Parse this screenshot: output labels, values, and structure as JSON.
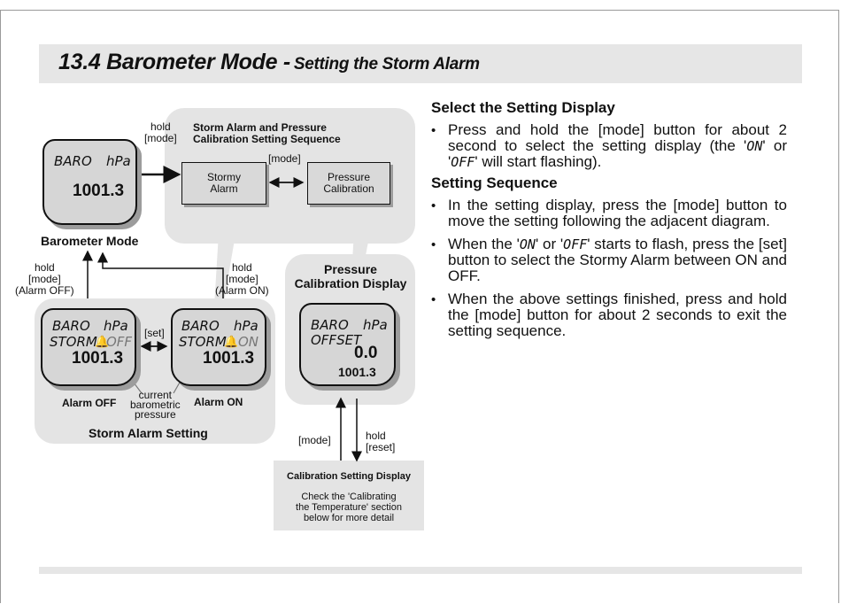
{
  "title": {
    "main": "13.4 Barometer Mode -",
    "sub": "Setting the Storm Alarm"
  },
  "diagram": {
    "sequence_panel": {
      "title_line1": "Storm Alarm and Pressure",
      "title_line2": "Calibration Setting Sequence",
      "hold_label": "hold",
      "mode_label": "[mode]",
      "between_label": "[mode]",
      "box_stormy": [
        "Stormy",
        "Alarm"
      ],
      "box_pressure": [
        "Pressure",
        "Calibration"
      ]
    },
    "baro_lcd": {
      "line1_left": "BARO",
      "line1_right": "hPa",
      "value": "1001.3"
    },
    "barometer_mode_label": "Barometer Mode",
    "left_arrow_label": [
      "hold",
      "[mode]",
      "(Alarm OFF)"
    ],
    "right_arrow_label": [
      "hold",
      "[mode]",
      "(Alarm ON)"
    ],
    "storm_panel": {
      "lcd_off": {
        "line1_left": "BARO",
        "line1_right": "hPa",
        "line2_left": "STORM",
        "line2_right": "OFF",
        "value": "1001.3"
      },
      "lcd_on": {
        "line1_left": "BARO",
        "line1_right": "hPa",
        "line2_left": "STORM",
        "line2_right": "ON",
        "value": "1001.3"
      },
      "set_label": "[set]",
      "alarm_off_label": "Alarm OFF",
      "alarm_on_label": "Alarm ON",
      "current_label": [
        "current",
        "barometric",
        "pressure"
      ],
      "panel_title": "Storm Alarm Setting"
    },
    "calib_panel": {
      "title_line1": "Pressure",
      "title_line2": "Calibration Display",
      "lcd": {
        "line1_left": "BARO",
        "line1_right": "hPa",
        "line2": "OFFSET",
        "value": "0.0",
        "small_value": "1001.3"
      }
    },
    "mode_label": "[mode]",
    "hold_reset_label": [
      "hold",
      "[reset]"
    ],
    "calib_setting_box": {
      "title": "Calibration Setting Display",
      "text": [
        "Check the  'Calibrating",
        "the Temperature' section",
        "below for more detail"
      ]
    }
  },
  "right_column": {
    "select_heading": "Select the Setting Display",
    "select_bullet": {
      "prefix": "Press and hold the [mode] button for about 2 second to select the setting display (the '",
      "on": "ON",
      "mid": "' or '",
      "off": "OFF",
      "suffix": "'  will start flashing)."
    },
    "sequence_heading": "Setting Sequence",
    "bullet_1": "In the setting display, press the [mode] button to move the setting following the adjacent diagram.",
    "bullet_2": {
      "prefix": "When the  '",
      "on": "ON",
      "mid": "' or '",
      "off": "OFF",
      "suffix": "' starts to flash, press the [set] button to select the Stormy Alarm between ON and OFF."
    },
    "bullet_3": "When the above settings finished, press and hold the [mode] button for about 2 seconds to exit the setting sequence."
  }
}
